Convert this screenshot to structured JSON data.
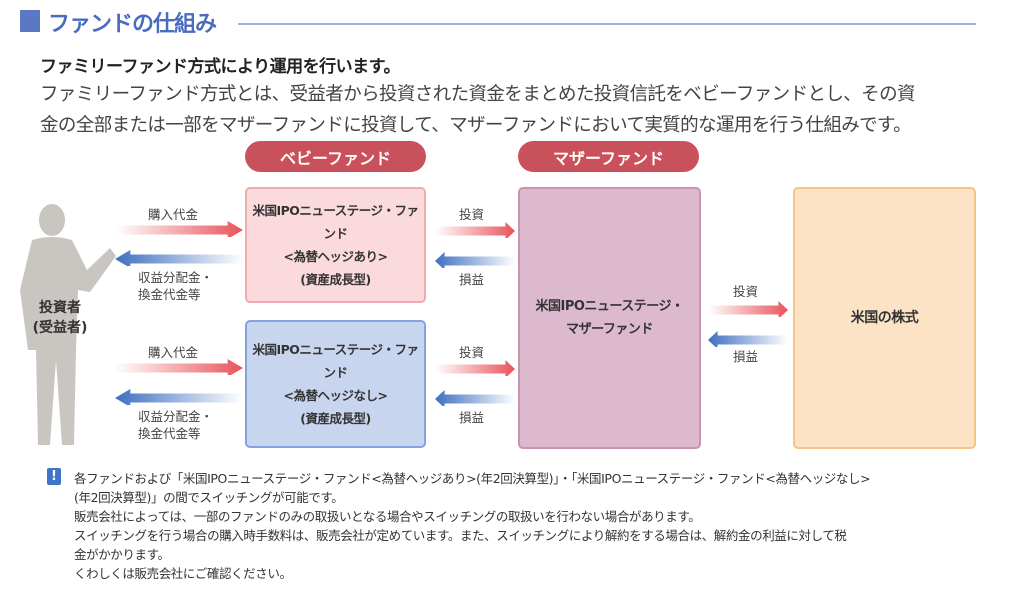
{
  "header": {
    "title": "ファンドの仕組み"
  },
  "intro": {
    "subtitle": "ファミリーファンド方式により運用を行います。",
    "lines": [
      "ファミリーファンド方式とは、受益者から投資された資金をまとめた投資信託をベビーファンドとし、その資",
      "金の全部または一部をマザーファンドに投資して、マザーファンドにおいて実質的な運用を行う仕組みです。"
    ]
  },
  "diagram": {
    "baby_label": "ベビーファンド",
    "mother_label": "マザーファンド",
    "investor": [
      "投資者",
      "(受益者)"
    ],
    "fund_hedged": [
      "米国IPOニューステージ・ファンド",
      "<為替ヘッジあり>",
      "(資産成長型)"
    ],
    "fund_unhedged": [
      "米国IPOニューステージ・ファンド",
      "<為替ヘッジなし>",
      "(資産成長型)"
    ],
    "mother_fund": [
      "米国IPOニューステージ・",
      "マザーファンド"
    ],
    "stocks": "米国の株式",
    "purchase": "購入代金",
    "distribution": [
      "収益分配金・",
      "換金代金等"
    ],
    "invest": "投資",
    "profit_loss": "損益",
    "colors": {
      "red": "#e8535a",
      "blue": "#3f6fc0",
      "pill": "#c9515b"
    }
  },
  "notes": {
    "icon": "exclamation-icon",
    "lines": [
      "各ファンドおよび「米国IPOニューステージ・ファンド<為替ヘッジあり>(年2回決算型)」・「米国IPOニューステージ・ファンド<為替ヘッジなし>",
      "(年2回決算型)」の間でスイッチングが可能です。",
      "販売会社によっては、一部のファンドのみの取扱いとなる場合やスイッチングの取扱いを行わない場合があります。",
      "スイッチングを行う場合の購入時手数料は、販売会社が定めています。また、スイッチングにより解約をする場合は、解約金の利益に対して税",
      "金がかかります。",
      "くわしくは販売会社にご確認ください。"
    ]
  }
}
